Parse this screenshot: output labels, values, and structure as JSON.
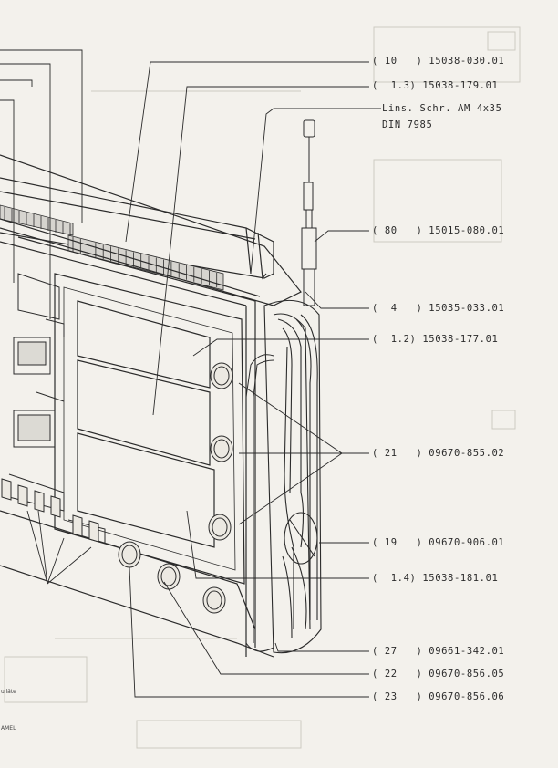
{
  "callouts": [
    {
      "pos": "( 10   ) 15038-030.01"
    },
    {
      "pos": "(  1.3) 15038-179.01"
    },
    {
      "pos": "Lins. Schr. AM 4x35",
      "pos2": "DIN 7985"
    },
    {
      "pos": "( 80   ) 15015-080.01"
    },
    {
      "pos": "(  4   ) 15035-033.01"
    },
    {
      "pos": "(  1.2) 15038-177.01"
    },
    {
      "pos": "( 21   ) 09670-855.02"
    },
    {
      "pos": "( 19   ) 09670-906.01"
    },
    {
      "pos": "(  1.4) 15038-181.01"
    },
    {
      "pos": "( 27   ) 09661-342.01"
    },
    {
      "pos": "( 22   ) 09670-856.05"
    },
    {
      "pos": "( 23   ) 09670-856.06"
    }
  ],
  "footer": {
    "left_a": "ulläte",
    "left_b": "AMEL"
  },
  "colors": {
    "ink": "#2b2b2b",
    "paper": "#f3f1ec",
    "ghost": "#c9c6bd"
  }
}
